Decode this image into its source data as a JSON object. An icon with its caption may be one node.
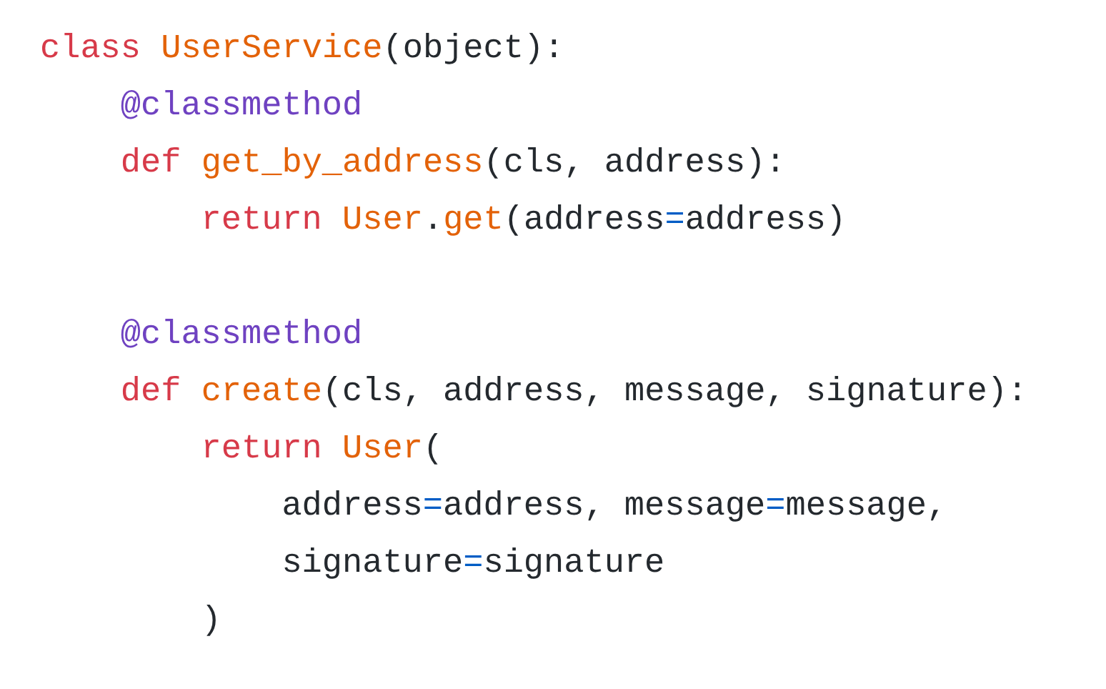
{
  "diagram": {
    "labels": [
      "class UserService(object):",
      "@classmethod",
      "def get_by_address(cls, address):",
      "return User.get(address=address)",
      "@classmethod",
      "def create(cls, address, message, signature):",
      "return User(",
      "address=address, message=message,",
      "signature=signature",
      ")"
    ]
  }
}
